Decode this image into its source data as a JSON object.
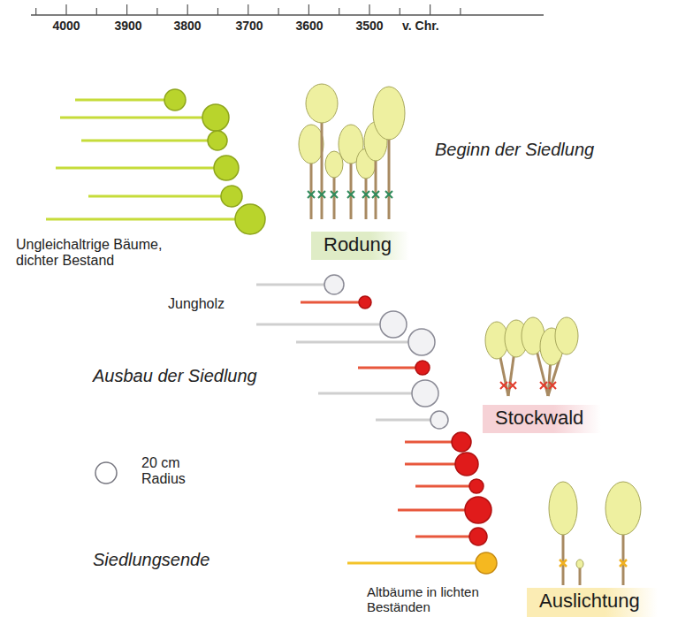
{
  "diagram": {
    "nodes": [
      {
        "text": [
          "Rodung"
        ]
      },
      {
        "text": [
          "Stockwald"
        ]
      },
      {
        "text": [
          "Auslichtung"
        ]
      }
    ],
    "labels": [
      "4000",
      "3900",
      "3800",
      "3700",
      "3600",
      "3500",
      "v. Chr.",
      "Beginn der Siedlung",
      "Ungleichaltrige Bäume, dichter Bestand",
      "Jungholz",
      "Ausbau der Siedlung",
      "Siedlungsende",
      "Altbäume in lichten Beständen"
    ],
    "legend": [
      {
        "text": "20 cm Radius"
      }
    ]
  }
}
